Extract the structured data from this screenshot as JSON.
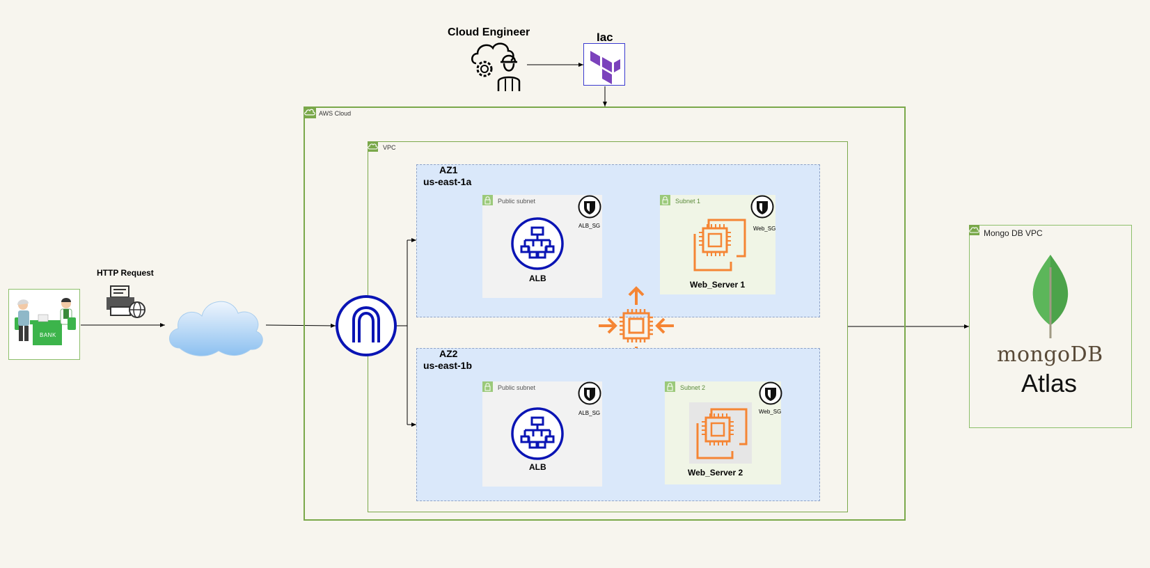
{
  "top": {
    "engineer_label": "Cloud Engineer",
    "iac_label": "Iac"
  },
  "client": {
    "bank_label": "BANK",
    "http_label": "HTTP Request"
  },
  "aws": {
    "cloud_label": "AWS Cloud",
    "vpc_label": "VPC",
    "az1": {
      "name": "AZ1",
      "region": "us-east-1a",
      "public_subnet": "Public subnet",
      "alb": "ALB",
      "alb_sg": "ALB_SG",
      "private_subnet": "Subnet 1",
      "server": "Web_Server 1",
      "web_sg": "Web_SG"
    },
    "az2": {
      "name": "AZ2",
      "region": "us-east-1b",
      "public_subnet": "Public subnet",
      "alb": "ALB",
      "alb_sg": "ALB_SG",
      "private_subnet": "Subnet 2",
      "server": "Web_Server 2",
      "web_sg": "Web_SG"
    }
  },
  "mongo": {
    "vpc_label": "Mongo DB VPC",
    "logo_text": "mongoDB",
    "atlas_text": "Atlas"
  },
  "colors": {
    "aws_green": "#7aa84a",
    "alb_blue": "#0a14b4",
    "ec2_orange": "#f58534",
    "terraform_purple": "#7b42bc",
    "az_fill": "#dae8fa"
  }
}
